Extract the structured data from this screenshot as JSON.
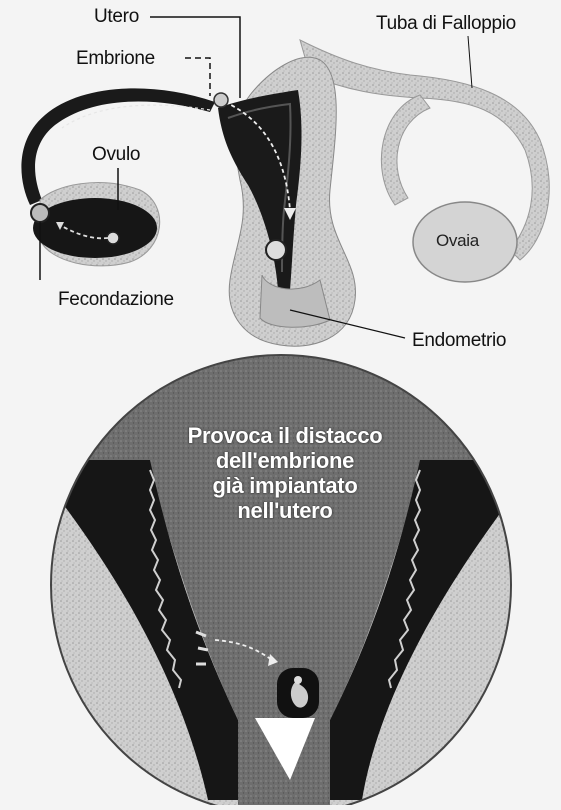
{
  "labels": {
    "utero": "Utero",
    "embrione": "Embrione",
    "tuba": "Tuba di Falloppio",
    "ovulo": "Ovulo",
    "ovaia": "Ovaia",
    "fecondazione": "Fecondazione",
    "endometrio": "Endometrio"
  },
  "caption": {
    "line1": "Provoca il distacco",
    "line2": "dell'embrione",
    "line3": "già impiantato",
    "line4": "nell'utero"
  },
  "colors": {
    "background": "#f4f4f4",
    "tissue_light": "#d9d9d9",
    "tissue_mid": "#8f8f8f",
    "tissue_dark": "#161616",
    "circle_fill": "#7a7a7a"
  }
}
